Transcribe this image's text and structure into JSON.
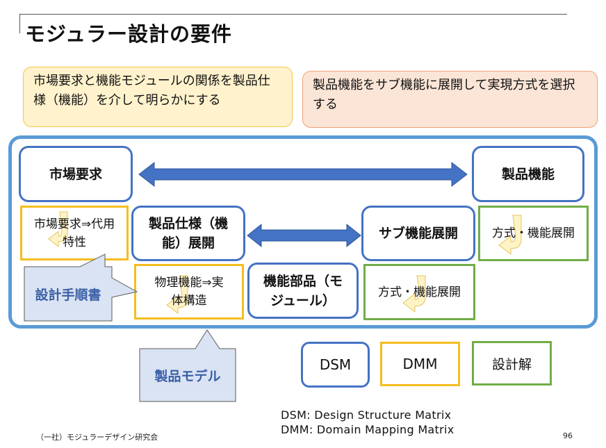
{
  "slide": {
    "title": "モジュラー設計の要件",
    "page_number": "96",
    "footer": "（一社）モジュラーデザイン研究会"
  },
  "notes": {
    "left": "市場要求と機能モジュールの関係を製品仕様（機能）を介して明らかにする",
    "right": "製品機能をサブ機能に展開して実現方式を選択する"
  },
  "nodes": {
    "market_requirement": "市場要求",
    "product_function": "製品機能",
    "market_to_substitute": "市場要求⇒代用特性",
    "product_spec": "製品仕様（機能）展開",
    "sub_function": "サブ機能展開",
    "method_function_top": "方式・機能展開",
    "physical_function": "物理機能⇒実体構造",
    "functional_part": "機能部品（モジュール）",
    "method_function_bottom": "方式・機能展開"
  },
  "callouts": {
    "design_procedure": "設計手順書",
    "product_model": "製品モデル"
  },
  "legend": {
    "dsm": "DSM",
    "dmm": "DMM",
    "solution": "設計解",
    "dsm_def": "DSM:  Design Structure Matrix",
    "dmm_def": "DMM:  Domain Mapping Matrix"
  },
  "colors": {
    "dsm_blue": "#4472c4",
    "dmm_yellow": "#f5bd1f",
    "solution_green": "#70ad47",
    "frame_blue": "#5b9bd5",
    "callout_fill": "#dae3f3"
  }
}
